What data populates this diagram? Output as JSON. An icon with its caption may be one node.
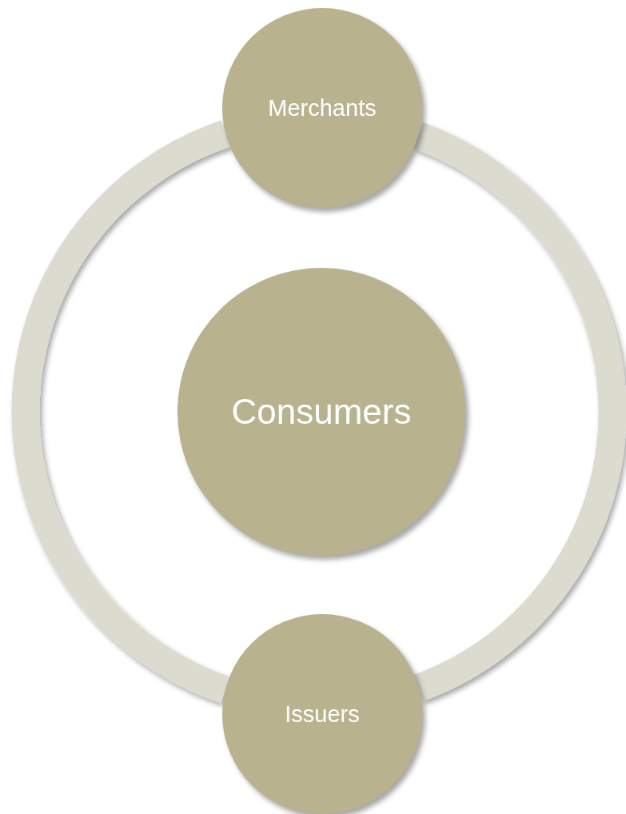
{
  "diagram": {
    "nodes": [
      {
        "text": [
          "Merchants"
        ]
      },
      {
        "text": [
          "Consumers"
        ]
      },
      {
        "text": [
          "Issuers"
        ]
      }
    ],
    "edges": [
      {
        "from": 0,
        "to": 2,
        "arrow": "none"
      },
      {
        "from": 0,
        "to": 2,
        "arrow": "none"
      }
    ]
  }
}
